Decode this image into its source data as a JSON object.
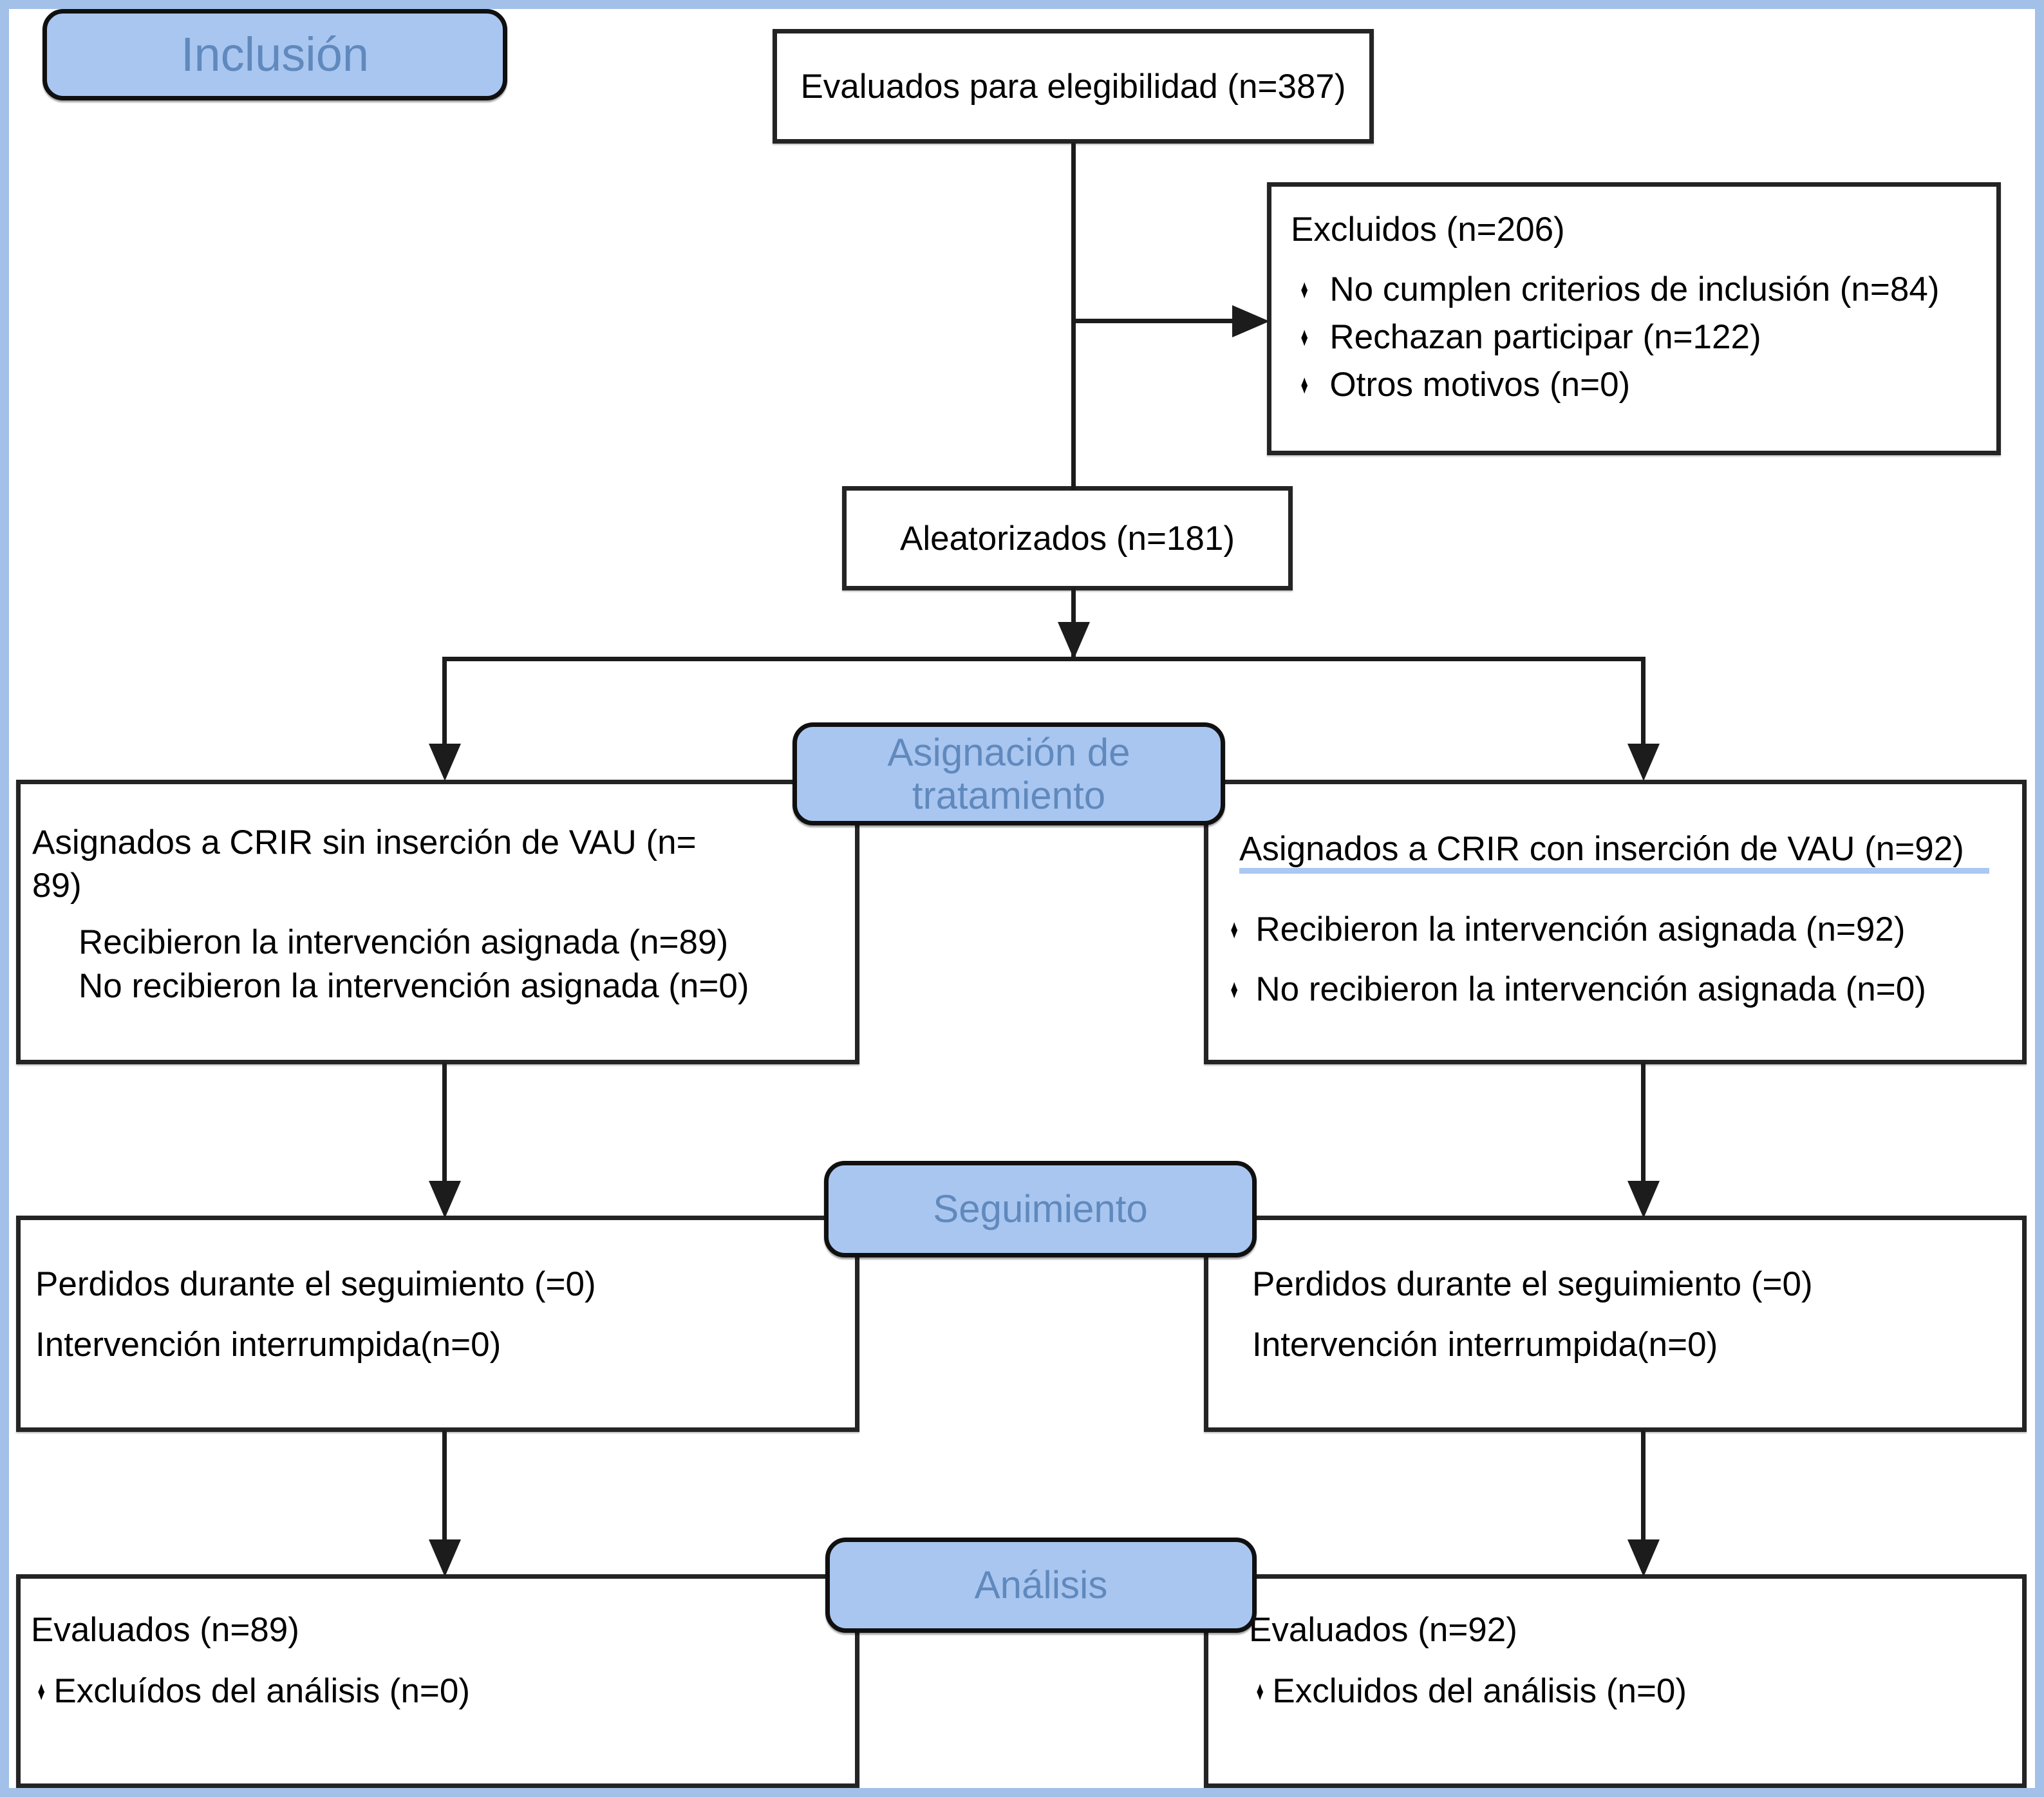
{
  "colors": {
    "stage_fill": "#a9c6f0",
    "stage_text": "#6089bd",
    "frame_border": "#a2c0e8",
    "line": "#1c1c1c",
    "heading_underline": "#aac8f2"
  },
  "icons": {
    "bullet": "♦"
  },
  "stages": {
    "inclusion": "Inclusión",
    "assignment": "Asignación de tratamiento",
    "followup": "Seguimiento",
    "analysis": "Análisis"
  },
  "eligibility": {
    "text": "Evaluados para elegibilidad (n=387)"
  },
  "excluded": {
    "title": "Excluidos (n=206)",
    "items": [
      "No cumplen criterios de inclusión (n=84)",
      "Rechazan participar (n=122)",
      "Otros motivos (n=0)"
    ]
  },
  "randomized": {
    "text": "Aleatorizados (n=181)"
  },
  "arm_left": {
    "title_line1": "Asignados a CRIR sin inserción de VAU (n=",
    "title_line2": "89)",
    "items": [
      "Recibieron la intervención asignada (n=89)",
      "No recibieron la intervención asignada (n=0)"
    ]
  },
  "arm_right": {
    "title": "Asignados a CRIR con inserción de VAU (n=92)",
    "items": [
      "Recibieron la intervención asignada (n=92)",
      "No recibieron la intervención asignada (n=0)"
    ]
  },
  "followup_left": {
    "items": [
      "Perdidos durante el seguimiento (=0)",
      "Intervención interrumpida(n=0)"
    ]
  },
  "followup_right": {
    "items": [
      "Perdidos durante el seguimiento (=0)",
      "Intervención interrumpida(n=0)"
    ]
  },
  "analysis_left": {
    "title": "Evaluados (n=89)",
    "excluded_item": "Excluídos del análisis (n=0)"
  },
  "analysis_right": {
    "title": "Evaluados (n=92)",
    "excluded_item": "Excluidos del análisis (n=0)"
  }
}
